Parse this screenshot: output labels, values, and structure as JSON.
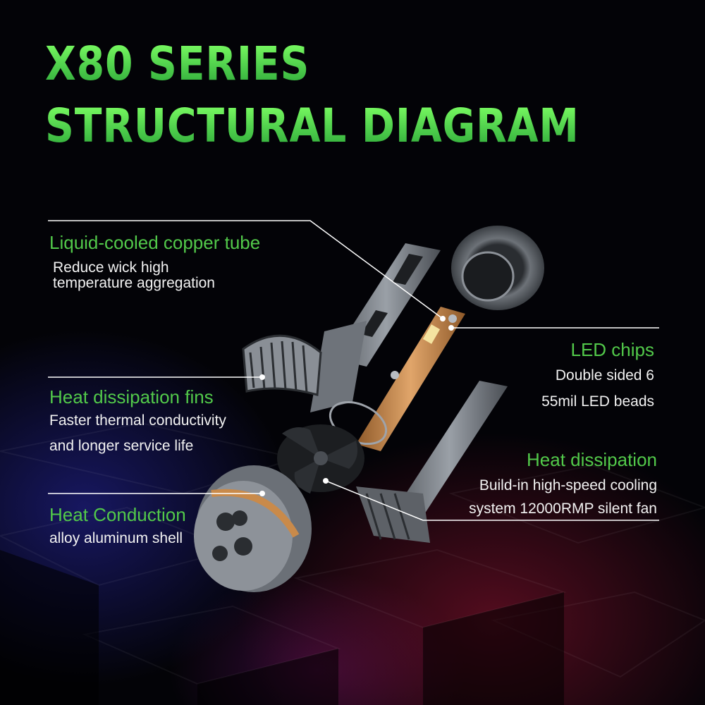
{
  "title": {
    "line1": "X80  SERIES",
    "line2": "STRUCTURAL DIAGRAM"
  },
  "callouts": {
    "copper_tube": {
      "heading": "Liquid-cooled copper tube",
      "line1": "Reduce wick high",
      "line2": "temperature aggregation"
    },
    "fins": {
      "heading": "Heat dissipation fins",
      "line1": "Faster thermal conductivity",
      "line2": "and longer service life"
    },
    "conduction": {
      "heading": "Heat Conduction",
      "line1": "alloy aluminum shell"
    },
    "led_chips": {
      "heading": "LED chips",
      "line1": "Double sided 6",
      "line2": "55mil LED beads"
    },
    "fan": {
      "heading": "Heat dissipation",
      "line1": "Build-in high-speed cooling",
      "line2": "system 12000RMP silent fan"
    }
  },
  "colors": {
    "accent_green": "#52c94a",
    "copper": "#c98a4a",
    "aluminum": "#7a7f86"
  }
}
